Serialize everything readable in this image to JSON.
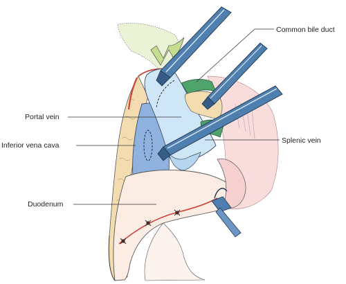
{
  "labels": {
    "common_bile_duct": "Common bile duct",
    "portal_vein": "Portal vein",
    "inferior_vena_cava": "Inferior vena cava",
    "splenic_vein": "Splenic vein",
    "duodenum": "Duodenum"
  },
  "colors": {
    "portal_vein": "#cfe6f6",
    "inferior_vena_cava": "#8fb2de",
    "bile_duct": "#4fa36a",
    "pancreas": "#f3ddb0",
    "duodenum": "#fbece4",
    "flesh_pink": "#f6cfcf",
    "ligament_green": "#d7e6a9",
    "instrument_steel": "#4f7fae",
    "artery_red": "#c9463c"
  }
}
